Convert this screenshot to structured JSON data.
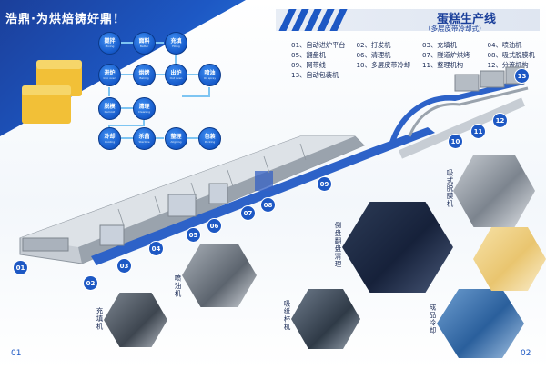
{
  "banner": {
    "title": "浩鼎·为烘焙铸好鼎！"
  },
  "flow": [
    {
      "cn": "搅拌",
      "en": "Mixing"
    },
    {
      "cn": "面料",
      "en": "Batter"
    },
    {
      "cn": "充填",
      "en": "Filling"
    },
    {
      "cn": "进炉",
      "en": "Into oven"
    },
    {
      "cn": "烘烤",
      "en": "Baking"
    },
    {
      "cn": "出炉",
      "en": "Out oven"
    },
    {
      "cn": "喷油",
      "en": "Oil spray"
    },
    {
      "cn": "脱模",
      "en": "Demold"
    },
    {
      "cn": "清理",
      "en": "Cleaning"
    },
    {
      "cn": "冷却",
      "en": "Cooling"
    },
    {
      "cn": "杀菌",
      "en": "Sterilize"
    },
    {
      "cn": "整理",
      "en": "Aligning"
    },
    {
      "cn": "包装",
      "en": "Packing"
    }
  ],
  "header": {
    "title": "蛋糕生产线",
    "subtitle": "（多层皮带冷却式）"
  },
  "legend": [
    [
      "01、自动进炉平台",
      "02、打发机",
      "03、充填机",
      "04、喷油机"
    ],
    [
      "05、翻盘机",
      "06、清理机",
      "07、隧道炉烘烤",
      "08、吸式脱膜机"
    ],
    [
      "09、网带线",
      "10、多层皮带冷却",
      "11、整理机构",
      "12、分流机构"
    ],
    [
      "13、自动包装机",
      "",
      "",
      ""
    ]
  ],
  "markers": [
    "01",
    "02",
    "03",
    "04",
    "05",
    "06",
    "07",
    "08",
    "09",
    "10",
    "11",
    "12",
    "13"
  ],
  "photo_labels": {
    "filler": "充填机",
    "oiler": "喷油机",
    "tray_cleaner": "倒盘翻盘清理",
    "demolder": "吸式脱膜机",
    "suction_cup": "吸纸杯机",
    "cooling": "成品冷却"
  },
  "pages": {
    "left": "01",
    "right": "02"
  }
}
